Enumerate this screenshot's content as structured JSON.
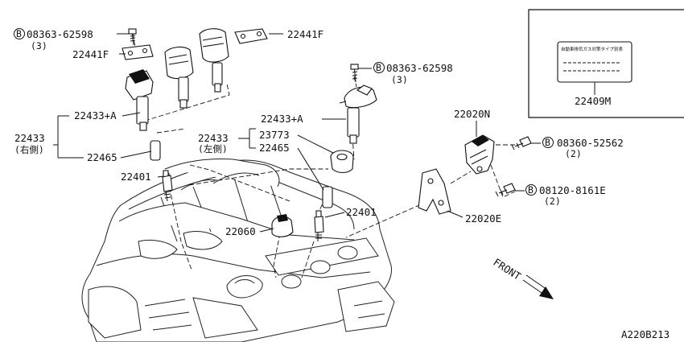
{
  "diagram_code": "A220B213",
  "inset_label": {
    "part_no": "22409M",
    "title": "自動車排気ガス対策タイプ別表"
  },
  "labels": {
    "bolt_top_left": {
      "part_no": "08363-62598",
      "qty": "(3)"
    },
    "bolt_top_right": {
      "part_no": "08363-62598",
      "qty": "(3)"
    },
    "bracket_upper": "22441F",
    "bracket_left": "22441F",
    "coil_right_side": "22433+A",
    "coil_right_group": "22433",
    "coil_right_group_note": "(右側)",
    "boot_right": "22465",
    "plug_right": "22401",
    "coil_left_side": "22433+A",
    "coil_left_group": "22433",
    "coil_left_group_note": "(左側)",
    "grommet": "23773",
    "boot_left": "22465",
    "plug_left": "22401",
    "knock_sensor": "22060",
    "cam_sensor": "22020N",
    "cam_sensor_bolt": {
      "part_no": "08360-52562",
      "qty": "(2)"
    },
    "bracket_bolt": {
      "part_no": "08120-8161E",
      "qty": "(2)"
    },
    "sensor_bracket": "22020E",
    "front": "FRONT"
  },
  "bolt_symbol": "B"
}
